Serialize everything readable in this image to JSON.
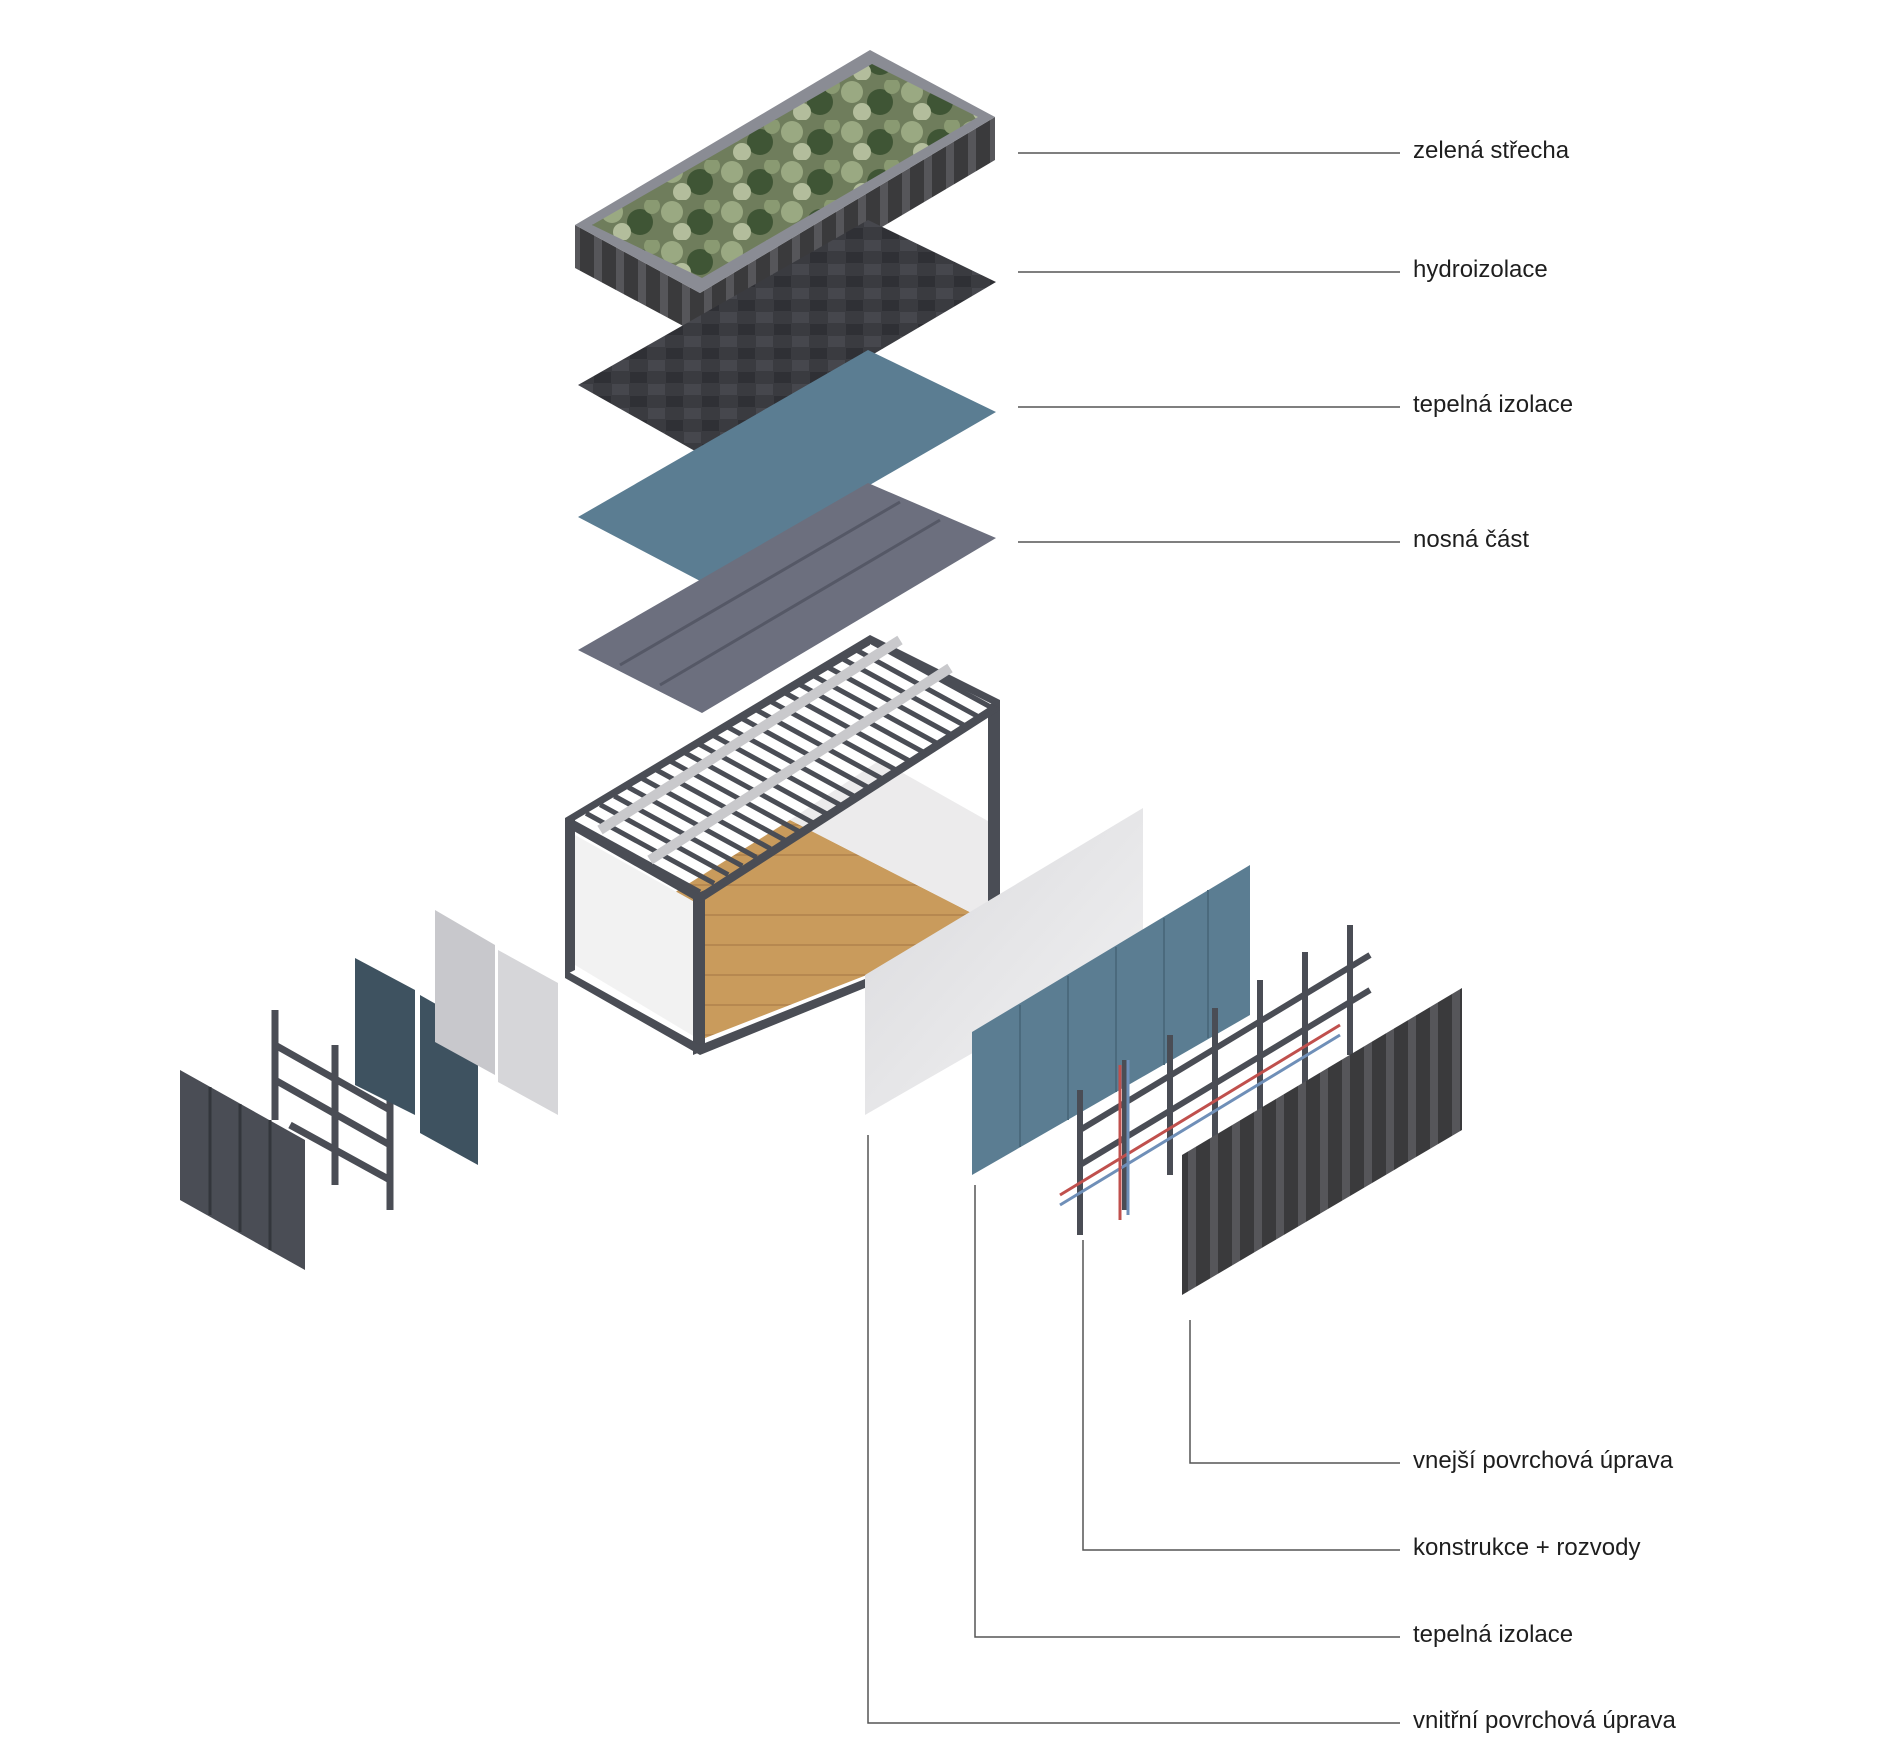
{
  "roof_labels": [
    {
      "text": "zelená střecha"
    },
    {
      "text": "hydroizolace"
    },
    {
      "text": "tepelná izolace"
    },
    {
      "text": "nosná část"
    }
  ],
  "wall_labels": [
    {
      "text": "vnejší povrchová úprava"
    },
    {
      "text": "konstrukce + rozvody"
    },
    {
      "text": "tepelná izolace"
    },
    {
      "text": "vnitřní povrchová úprava"
    }
  ],
  "colors": {
    "line": "#555555",
    "steel": "#4a4d55",
    "steel_dark": "#2f3238",
    "waterproofing": "#3c3d42",
    "insulation_blue": "#5b7d92",
    "bearing": "#6c6f7e",
    "wood": "#c99b5c",
    "wall_white": "#e6e6e8",
    "corrugated": "#3a3a3c",
    "greenery": "#7c8c66",
    "pipe_red": "#c0504d",
    "pipe_blue": "#6f8fb8"
  }
}
